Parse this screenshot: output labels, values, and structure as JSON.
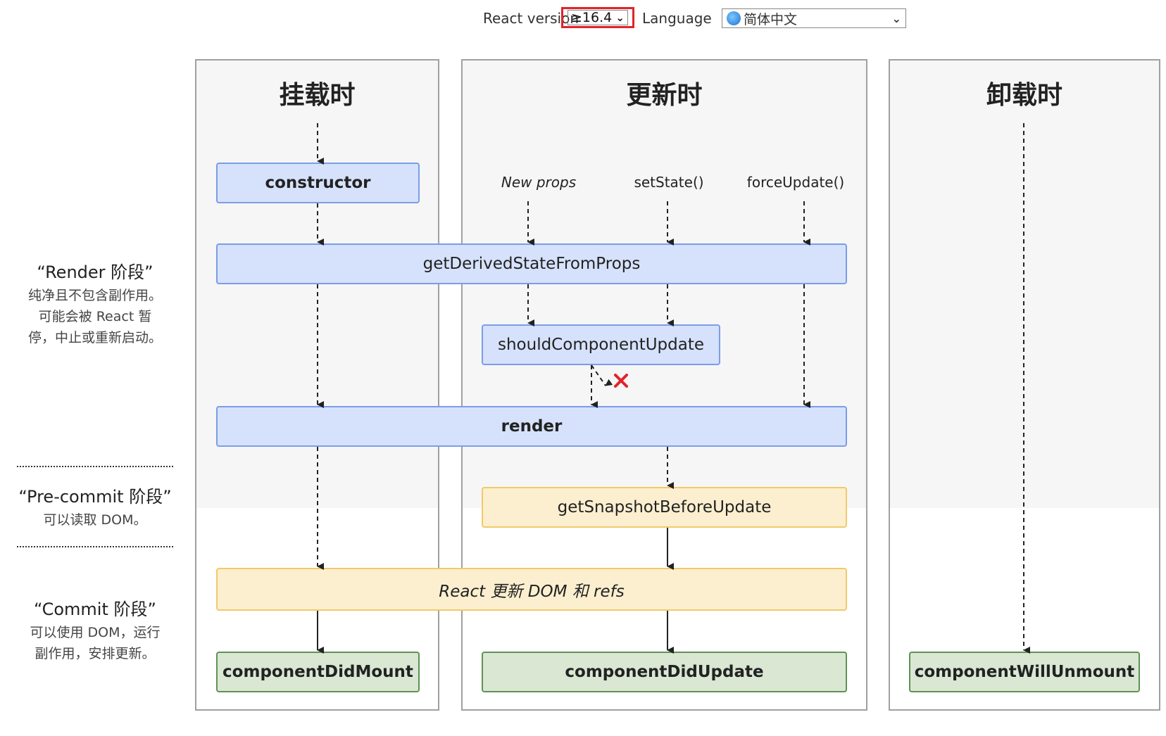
{
  "controls": {
    "version_label": "React version",
    "version_value": "≥16.4",
    "language_label": "Language",
    "language_value": "简体中文",
    "icons": [
      "chevron-down-icon",
      "globe-icon"
    ]
  },
  "columns": {
    "mount": {
      "title": "挂载时"
    },
    "update": {
      "title": "更新时"
    },
    "unmount": {
      "title": "卸载时"
    }
  },
  "triggers": {
    "new_props": "New props",
    "set_state": "setState()",
    "force_update": "forceUpdate()"
  },
  "methods": {
    "constructor": "constructor",
    "get_derived_state": "getDerivedStateFromProps",
    "should_update": "shouldComponentUpdate",
    "render": "render",
    "get_snapshot": "getSnapshotBeforeUpdate",
    "react_updates": "React 更新 DOM 和 refs",
    "did_mount": "componentDidMount",
    "did_update": "componentDidUpdate",
    "will_unmount": "componentWillUnmount"
  },
  "phases": {
    "render": {
      "title": "“Render 阶段”",
      "desc": [
        "纯净且不包含副作用。",
        "可能会被 React 暂",
        "停，中止或重新启动。"
      ]
    },
    "precommit": {
      "title": "“Pre-commit 阶段”",
      "desc": [
        "可以读取 DOM。"
      ]
    },
    "commit": {
      "title": "“Commit 阶段”",
      "desc": [
        "可以使用 DOM，运行",
        "副作用，安排更新。"
      ]
    }
  },
  "colors": {
    "render_box": "#d6e2fb",
    "precommit_box": "#fcefcf",
    "commit_box": "#d9e7d3",
    "highlight": "#e0242a",
    "cancel_mark": "#e0242a"
  }
}
